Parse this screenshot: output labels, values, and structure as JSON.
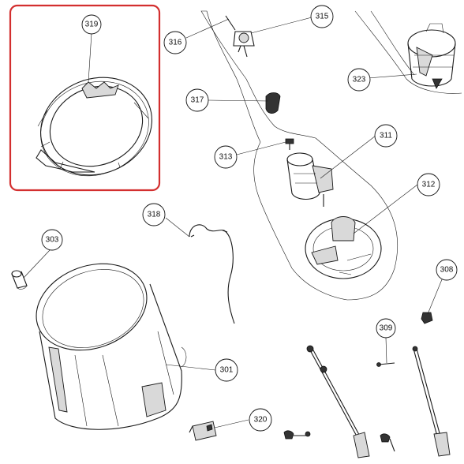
{
  "diagram": {
    "highlight_color": "#d32f2f",
    "callouts": [
      {
        "id": "319",
        "label": "319"
      },
      {
        "id": "316",
        "label": "316"
      },
      {
        "id": "315",
        "label": "315"
      },
      {
        "id": "323",
        "label": "323"
      },
      {
        "id": "317",
        "label": "317"
      },
      {
        "id": "313",
        "label": "313"
      },
      {
        "id": "311",
        "label": "311"
      },
      {
        "id": "312",
        "label": "312"
      },
      {
        "id": "318",
        "label": "318"
      },
      {
        "id": "303",
        "label": "303"
      },
      {
        "id": "308",
        "label": "308"
      },
      {
        "id": "309",
        "label": "309"
      },
      {
        "id": "301",
        "label": "301"
      },
      {
        "id": "320",
        "label": "320"
      }
    ]
  }
}
